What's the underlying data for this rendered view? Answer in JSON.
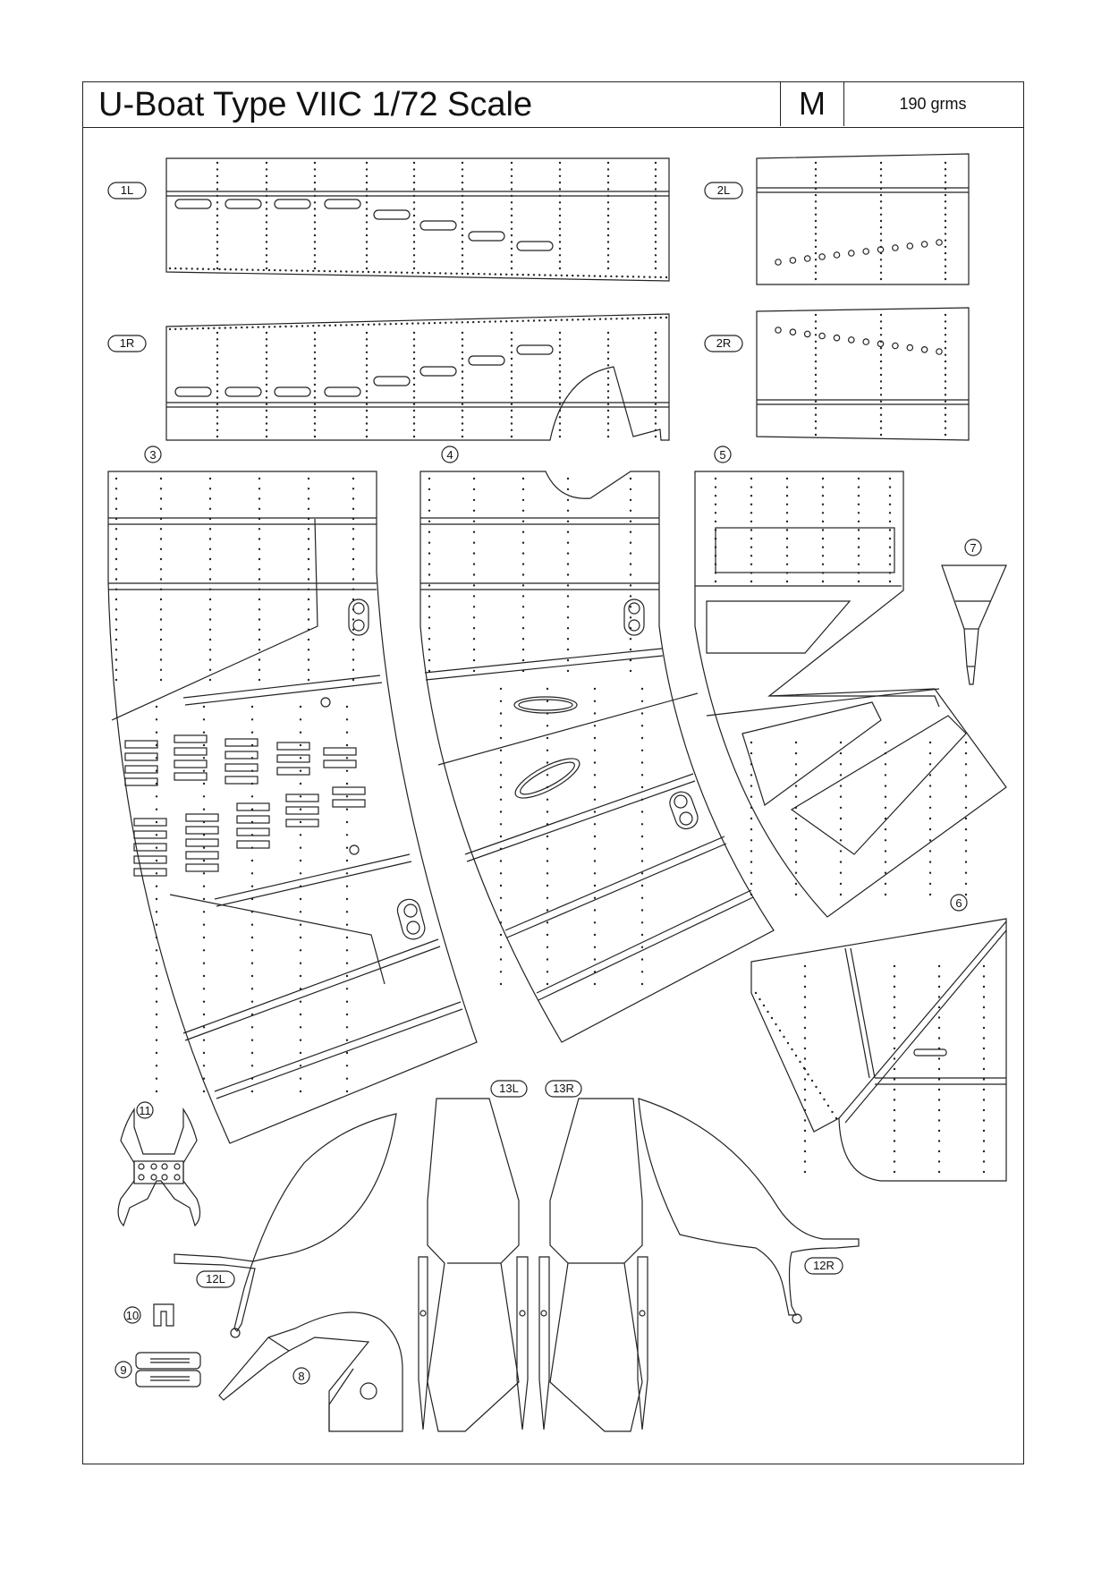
{
  "header": {
    "title": "U-Boat Type VIIC 1/72 Scale",
    "paper_code": "M",
    "paper_weight": "190 grms"
  },
  "part_labels": {
    "p1L": "1L",
    "p1R": "1R",
    "p2L": "2L",
    "p2R": "2R",
    "p3": "3",
    "p4": "4",
    "p5": "5",
    "p6": "6",
    "p7": "7",
    "p8": "8",
    "p9": "9",
    "p10": "10",
    "p11": "11",
    "p12L": "12L",
    "p12R": "12R",
    "p13L": "13L",
    "p13R": "13R"
  },
  "colors": {
    "line": "#222222",
    "background": "#ffffff"
  }
}
